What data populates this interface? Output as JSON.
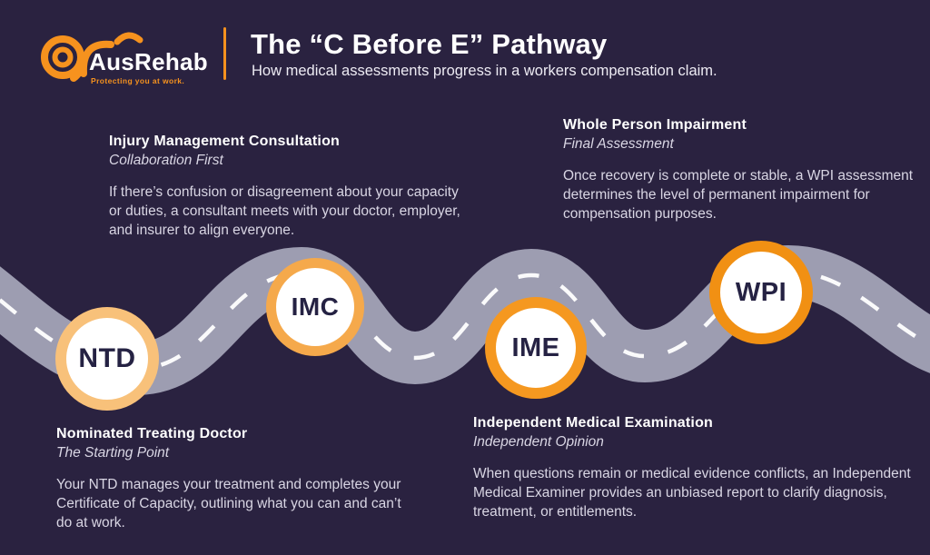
{
  "brand": {
    "logo_text": "AusRehab",
    "tagline": "Protecting you at work."
  },
  "header": {
    "title": "The “C Before E” Pathway",
    "subtitle": "How medical assessments progress in a workers compensation claim."
  },
  "colors": {
    "bg": "#2A2240",
    "road": "#9D9DB1",
    "road_line": "#FFFFFF",
    "accent": "#F6921E",
    "heading": "#FFFFFF",
    "body": "#D9D6E4",
    "navy": "#252243"
  },
  "milestones": [
    {
      "abbr": "NTD",
      "title": "Nominated Treating Doctor",
      "subtitle": "The Starting Point",
      "description": "Your NTD manages your treatment and completes your Certificate of Capacity, outlining what you can and can’t do at work.",
      "ring_color": "#F8C17A"
    },
    {
      "abbr": "IMC",
      "title": "Injury Management Consultation",
      "subtitle": "Collaboration First",
      "description": "If there’s confusion or disagreement about your capacity or duties, a consultant meets with your doctor, employer, and insurer to align everyone.",
      "ring_color": "#F5A94B"
    },
    {
      "abbr": "IME",
      "title": "Independent Medical Examination",
      "subtitle": "Independent Opinion",
      "description": "When questions remain or medical evidence conflicts, an Independent Medical Examiner provides an unbiased report to clarify diagnosis, treatment, or entitlements.",
      "ring_color": "#F59820"
    },
    {
      "abbr": "WPI",
      "title": "Whole Person Impairment",
      "subtitle": "Final Assessment",
      "description": "Once recovery is complete or stable, a WPI assessment determines the level of permanent impairment for compensation purposes.",
      "ring_color": "#F19013"
    }
  ]
}
